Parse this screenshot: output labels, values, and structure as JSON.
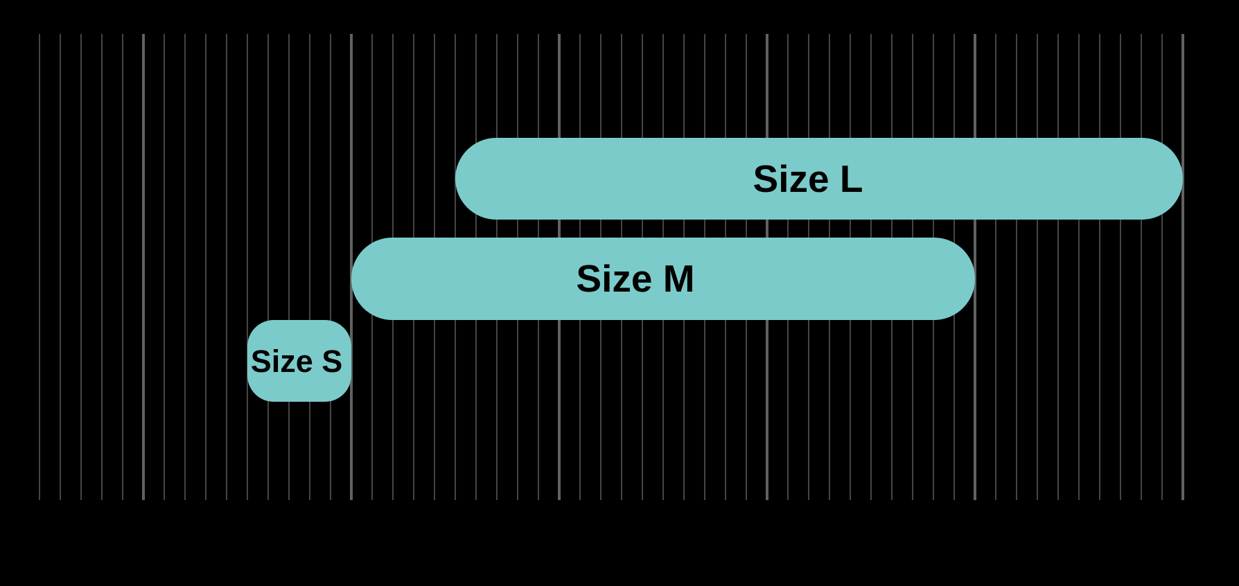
{
  "colors": {
    "background": "#000000",
    "bar_fill": "#7CCBCB",
    "bar_label": "#000000",
    "gridline_minor": "#454545",
    "gridline_major": "#616161"
  },
  "chart_data": {
    "type": "bar",
    "subtype": "gantt-horizontal-range",
    "title": "",
    "categories": [
      "Size L",
      "Size M",
      "Size S"
    ],
    "bars": [
      {
        "label": "Size L",
        "row": 0,
        "start": 20,
        "end": 55
      },
      {
        "label": "Size M",
        "row": 1,
        "start": 15,
        "end": 45
      },
      {
        "label": "Size S",
        "row": 2,
        "start": 10,
        "end": 15
      }
    ],
    "xaxis": {
      "range": [
        0,
        55
      ],
      "minor_step": 1,
      "major_ticks": [
        5,
        15,
        25,
        35,
        45,
        55
      ],
      "tick_labels_visible": false
    },
    "yaxis": {
      "tick_labels_visible": false
    },
    "grid": "vertical",
    "legend": false
  }
}
